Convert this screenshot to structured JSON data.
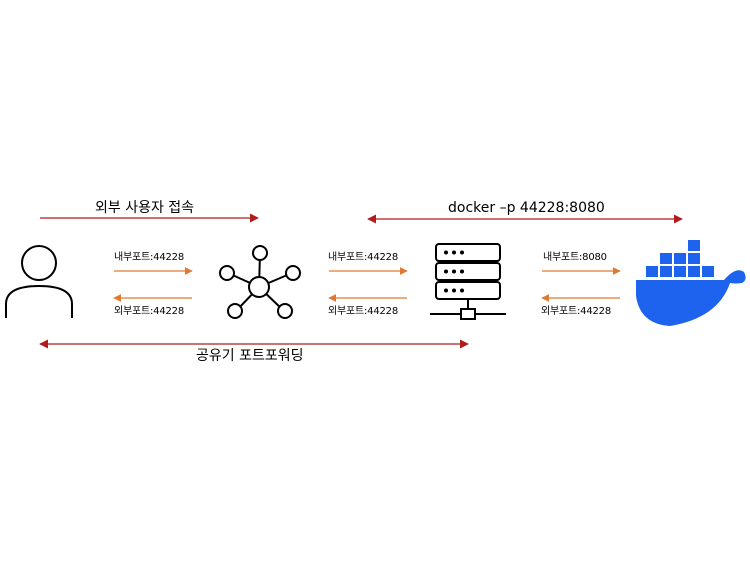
{
  "labels": {
    "external_access": "외부 사용자 접속",
    "docker_cmd": "docker –p 44228:8080",
    "port_forwarding": "공유기 포트포워딩",
    "seg1_in": "내부포트:44228",
    "seg1_out": "외부포트:44228",
    "seg2_in": "내부포트:44228",
    "seg2_out": "외부포트:44228",
    "seg3_in": "내부포트:8080",
    "seg3_out": "외부포트:44228"
  },
  "nodes": [
    {
      "id": "user",
      "icon": "user-icon"
    },
    {
      "id": "router",
      "icon": "network-hub-icon"
    },
    {
      "id": "server",
      "icon": "server-icon"
    },
    {
      "id": "docker",
      "icon": "docker-whale-icon"
    }
  ],
  "colors": {
    "dark_red_arrow": "#b01c1c",
    "orange_arrow": "#e07a32",
    "docker_blue": "#1d63ed",
    "icon_stroke": "#000000"
  }
}
